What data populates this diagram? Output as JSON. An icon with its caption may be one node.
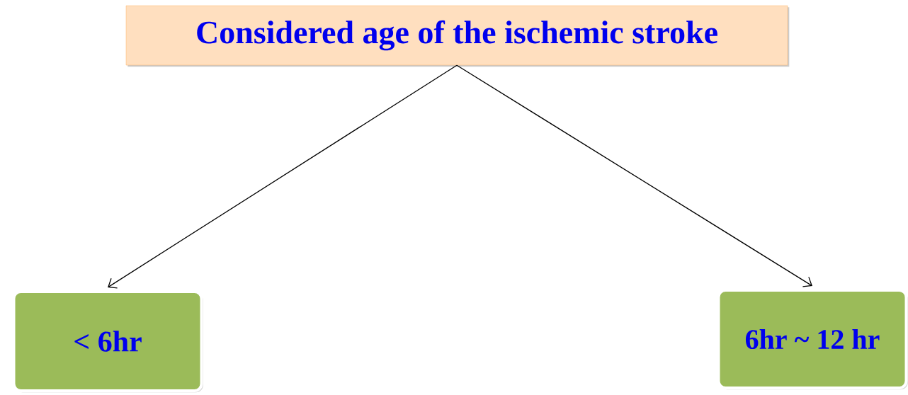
{
  "diagram": {
    "nodes": [
      {
        "text": [
          "Considered age of the ischemic stroke"
        ]
      },
      {
        "text": [
          "< 6hr"
        ]
      },
      {
        "text": [
          "6hr ~ 12 hr"
        ]
      }
    ],
    "edges": [
      {
        "from": 0,
        "to": 1,
        "arrow": "to"
      },
      {
        "from": 0,
        "to": 2,
        "arrow": "to"
      }
    ]
  }
}
